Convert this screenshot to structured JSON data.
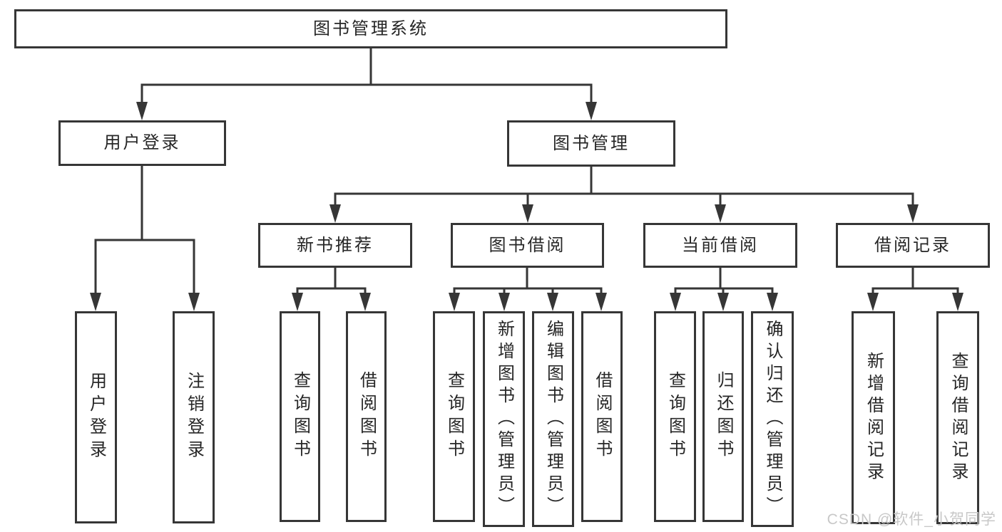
{
  "colors": {
    "line": "#363636",
    "box_border": "#363636",
    "text": "#262626",
    "background": "#ffffff",
    "watermark": "#c8c8c8"
  },
  "watermark": {
    "text": "CSDN @软件_小贺同学"
  },
  "diagram": {
    "root": {
      "label": "图书管理系统"
    },
    "branches": [
      {
        "label": "用户登录",
        "children": [
          {
            "label": "用户登录"
          },
          {
            "label": "注销登录"
          }
        ]
      },
      {
        "label": "图书管理",
        "children": [
          {
            "label": "新书推荐",
            "children": [
              {
                "label": "查询图书"
              },
              {
                "label": "借阅图书"
              }
            ]
          },
          {
            "label": "图书借阅",
            "children": [
              {
                "label": "查询图书"
              },
              {
                "label": "新增图书（管理员）"
              },
              {
                "label": "编辑图书（管理员）"
              },
              {
                "label": "借阅图书"
              }
            ]
          },
          {
            "label": "当前借阅",
            "children": [
              {
                "label": "查询图书"
              },
              {
                "label": "归还图书"
              },
              {
                "label": "确认归还（管理员）"
              }
            ]
          },
          {
            "label": "借阅记录",
            "children": [
              {
                "label": "新增借阅记录"
              },
              {
                "label": "查询借阅记录"
              }
            ]
          }
        ]
      }
    ]
  }
}
